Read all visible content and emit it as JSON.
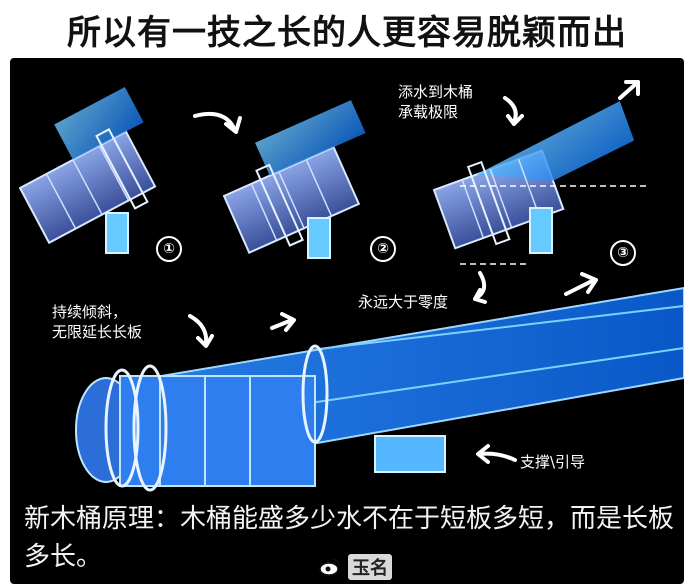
{
  "title": "所以有一技之长的人更容易脱颖而出",
  "steps": [
    {
      "number": "①"
    },
    {
      "number": "②"
    },
    {
      "number": "③"
    }
  ],
  "annotations": {
    "add_water": "添水到木桶\n承载极限",
    "forever_above_zero": "永远大于零度",
    "keep_tilting": "持续倾斜，\n无限延长长板",
    "support_guide": "支撑\\引导"
  },
  "principle": "新木桶原理：木桶能盛多少水不在于短板多短，而是长板多长。",
  "watermark": "玉名",
  "colors": {
    "background": "#000000",
    "water": "#1f8fff",
    "wood": "#6f86c8",
    "text": "#ffffff"
  }
}
